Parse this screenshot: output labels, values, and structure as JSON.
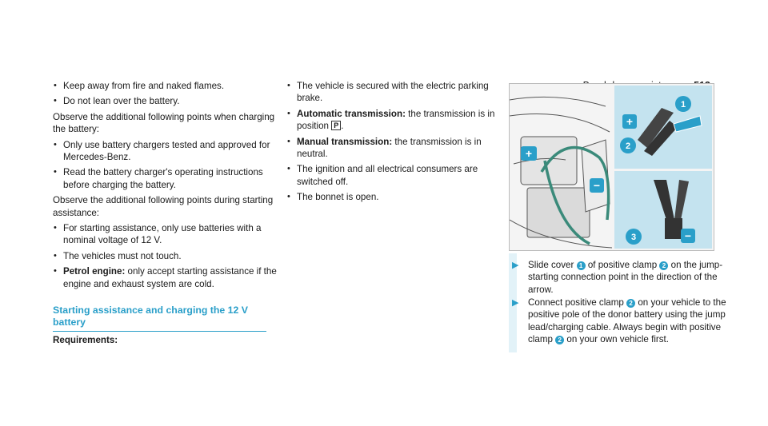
{
  "header": {
    "title": "Breakdown assistance",
    "page": "513"
  },
  "col1": {
    "bullets_top": [
      "Keep away from fire and naked flames.",
      "Do not lean over the battery."
    ],
    "para1": "Observe the additional following points when charging the battery:",
    "bullets_charge": [
      "Only use battery chargers tested and approved for Mercedes-Benz.",
      "Read the battery charger's operating instructions before charging the battery."
    ],
    "para2": "Observe the additional following points during starting assistance:",
    "bullets_assist": [
      "For starting assistance, only use batteries with a nominal voltage of 12 V.",
      "The vehicles must not touch."
    ],
    "petrol_label": "Petrol engine:",
    "petrol_text": "only accept starting assistance if the engine and exhaust system are cold.",
    "section_title": "Starting assistance and charging the 12 V battery",
    "requirements": "Requirements:"
  },
  "col2": {
    "b1": "The vehicle is secured with the electric parking brake.",
    "auto_label": "Automatic transmission:",
    "auto_text": "the transmission is in position",
    "gear": "P",
    "manual_label": "Manual transmission:",
    "manual_text": "the transmission is in neutral.",
    "b4": "The ignition and all electrical consumers are switched off.",
    "b5": "The bonnet is open."
  },
  "figure": {
    "plus": "+",
    "minus": "−",
    "callouts": [
      "1",
      "2",
      "3"
    ]
  },
  "steps": {
    "s1_a": "Slide cover",
    "s1_b": "of positive clamp",
    "s1_c": "on the jump-starting connection point in the direction of the arrow.",
    "s2_a": "Connect positive clamp",
    "s2_b": "on your vehicle to the positive pole of the donor battery using the jump lead/charging cable. Always begin with positive clamp",
    "s2_c": "on your own vehicle first.",
    "n1": "1",
    "n2": "2"
  },
  "colors": {
    "accent": "#2a9fc9",
    "panel": "#c4e3ef",
    "figure_bg": "#f4f4f4"
  }
}
